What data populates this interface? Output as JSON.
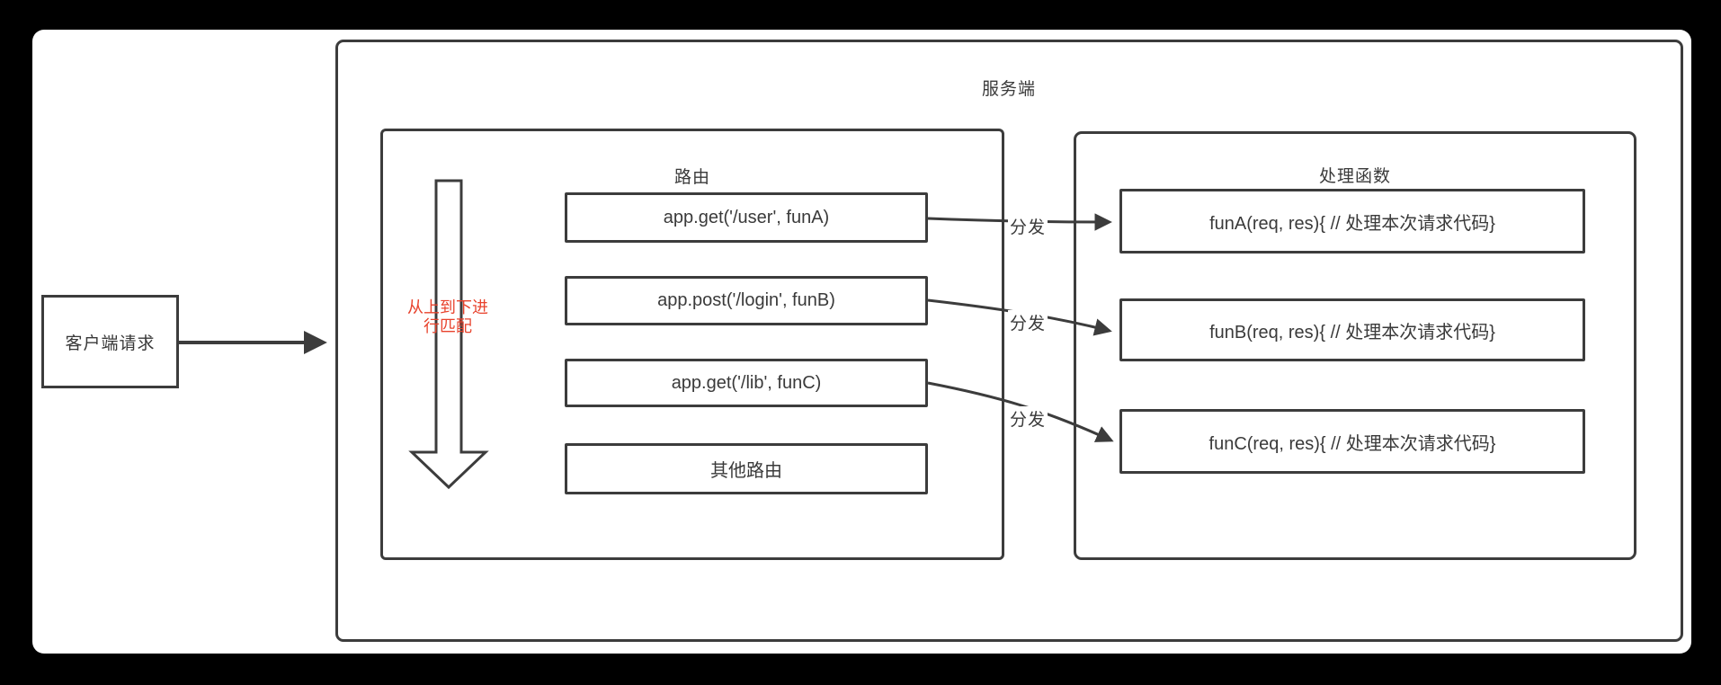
{
  "client": {
    "label": "客户端请求"
  },
  "server": {
    "title": "服务端"
  },
  "router": {
    "title": "路由",
    "match_note_lines": [
      "从上到下进",
      "行匹配"
    ],
    "routes": [
      "app.get('/user', funA)",
      "app.post('/login', funB)",
      "app.get('/lib', funC)",
      "其他路由"
    ]
  },
  "handlers": {
    "title": "处理函数",
    "items": [
      "funA(req, res){ // 处理本次请求代码}",
      "funB(req, res){ // 处理本次请求代码}",
      "funC(req, res){ // 处理本次请求代码}"
    ]
  },
  "edges": {
    "dispatch_label": "分发"
  },
  "colors": {
    "background": "#000000",
    "canvas": "#ffffff",
    "border": "#3c3c3c",
    "text": "#3a3a3a",
    "note_red": "#e8432d"
  }
}
